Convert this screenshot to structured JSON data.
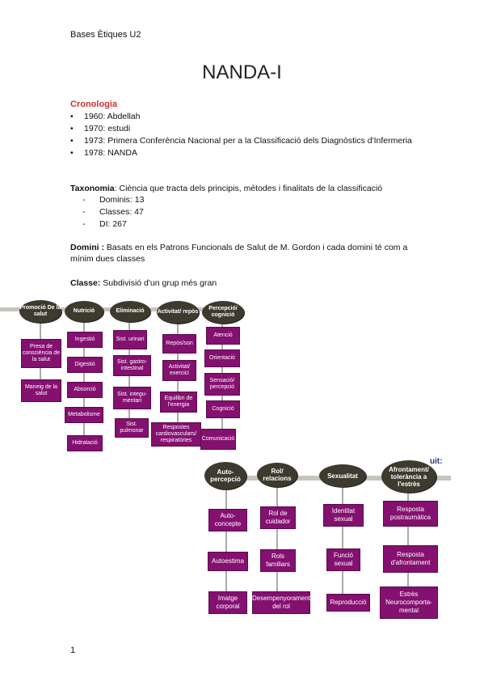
{
  "header": {
    "doc_label": "Bases Ètiques U2"
  },
  "title": "NANDA-I",
  "cronologia": {
    "heading": "Cronologia",
    "items": [
      "1960: Abdellah",
      "1970: estudi",
      "1973: Primera Conferència Nacional per a la Classificació dels Diagnòstics d'Infermeria",
      "1978: NANDA"
    ]
  },
  "taxonomia": {
    "label": "Taxonomia",
    "text": ": Ciència que tracta dels principis, mètodes i finalitats de la classificació",
    "items": [
      "Dominis: 13",
      "Classes: 47",
      "DI: 267"
    ]
  },
  "domini": {
    "label": "Domini :",
    "text": " Basats en els Patrons Funcionals de Salut de M. Gordon i cada domini té com a mínim dues classes"
  },
  "classe": {
    "label": "Classe:",
    "text": " Subdivisió d'un grup més gran"
  },
  "diagram": {
    "continuation_text": "uit:",
    "row1": [
      {
        "domain": "Promoció De la salut",
        "classes": [
          "Presa de consciència de la salut",
          "Maneig de la salut"
        ]
      },
      {
        "domain": "Nutrició",
        "classes": [
          "Ingestió",
          "Digestió",
          "Absorció",
          "Metabolisme",
          "Hidratació"
        ]
      },
      {
        "domain": "Eliminació",
        "classes": [
          "Sist. urinari",
          "Sist. gastro-intestinal",
          "Sist. integu-mentari",
          "Sist. pulmonar"
        ]
      },
      {
        "domain": "Activitat/ repòs",
        "classes": [
          "Repòs/son",
          "Activitat/ exercici",
          "Equilibri de l'energia",
          "Respostes cardiovasculars/ respiratòries"
        ]
      },
      {
        "domain": "Percepció/ cognició",
        "classes": [
          "Atenció",
          "Orientació",
          "Sensació/ percepció",
          "Cognició",
          "Comunicació"
        ]
      }
    ],
    "row2": [
      {
        "domain": "Auto-percepció",
        "classes": [
          "Auto-concepte",
          "Autoestima",
          "Imatge corporal"
        ]
      },
      {
        "domain": "Rol/ relacions",
        "classes": [
          "Rol de cuidador",
          "Rols familiars",
          "Desempenyorament del rol"
        ]
      },
      {
        "domain": "Sexualitat",
        "classes": [
          "Identitat sexual",
          "Funció sexual",
          "Reproducció"
        ]
      },
      {
        "domain": "Afrontament/ tolerància a l'estrès",
        "classes": [
          "Resposta postraumàtica",
          "Resposta d'afrontament",
          "Estrès Neurocomporta-mental"
        ]
      }
    ]
  },
  "footer": {
    "page_number": "1"
  }
}
